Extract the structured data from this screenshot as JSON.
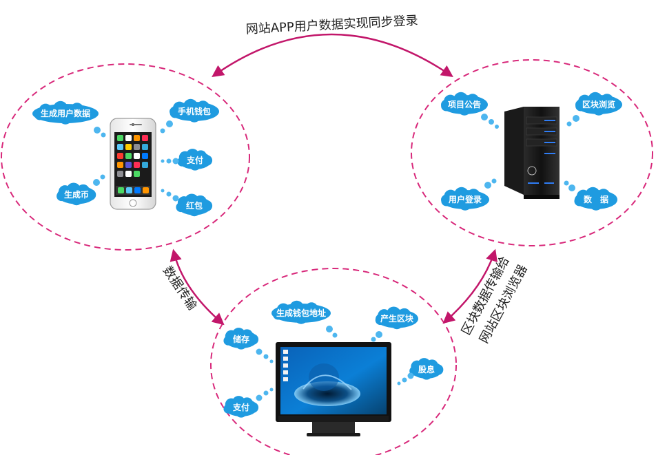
{
  "top_flow_label": "网站APP用户数据实现同步登录",
  "left_flow_label": "数据传输",
  "right_flow_label_line1": "区块数据传输给",
  "right_flow_label_line2": "网站区块浏览器",
  "phone_bubbles": {
    "b1": "生成用户数据",
    "b2": "手机钱包",
    "b3": "支付",
    "b4": "生成币",
    "b5": "红包"
  },
  "server_bubbles": {
    "b1": "项目公告",
    "b2": "区块浏览",
    "b3": "用户登录",
    "b4": "数　据"
  },
  "monitor_bubbles": {
    "b1": "生成钱包地址",
    "b2": "产生区块",
    "b3": "储存",
    "b4": "股息",
    "b5": "支付"
  },
  "colors": {
    "circle_dash": "#d8287a",
    "arrow": "#c2166a",
    "cloud": "#1f9be0",
    "cloud_dot": "#4db6ef"
  }
}
